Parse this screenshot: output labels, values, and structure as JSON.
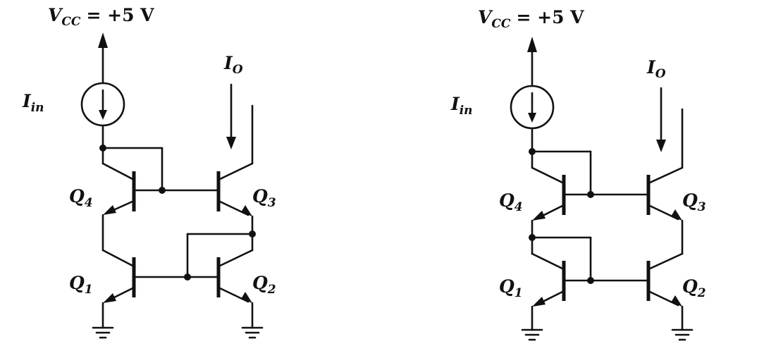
{
  "circuits": [
    {
      "supply": {
        "symbol": "V",
        "subscript": "CC",
        "value": "= +5 V"
      },
      "input": {
        "symbol": "I",
        "subscript": "in"
      },
      "output": {
        "symbol": "I",
        "subscript": "O"
      },
      "transistors": [
        {
          "symbol": "Q",
          "subscript": "4"
        },
        {
          "symbol": "Q",
          "subscript": "3"
        },
        {
          "symbol": "Q",
          "subscript": "1"
        },
        {
          "symbol": "Q",
          "subscript": "2"
        }
      ]
    },
    {
      "supply": {
        "symbol": "V",
        "subscript": "CC",
        "value": "= +5 V"
      },
      "input": {
        "symbol": "I",
        "subscript": "in"
      },
      "output": {
        "symbol": "I",
        "subscript": "O"
      },
      "transistors": [
        {
          "symbol": "Q",
          "subscript": "4"
        },
        {
          "symbol": "Q",
          "subscript": "3"
        },
        {
          "symbol": "Q",
          "subscript": "1"
        },
        {
          "symbol": "Q",
          "subscript": "2"
        }
      ]
    }
  ]
}
